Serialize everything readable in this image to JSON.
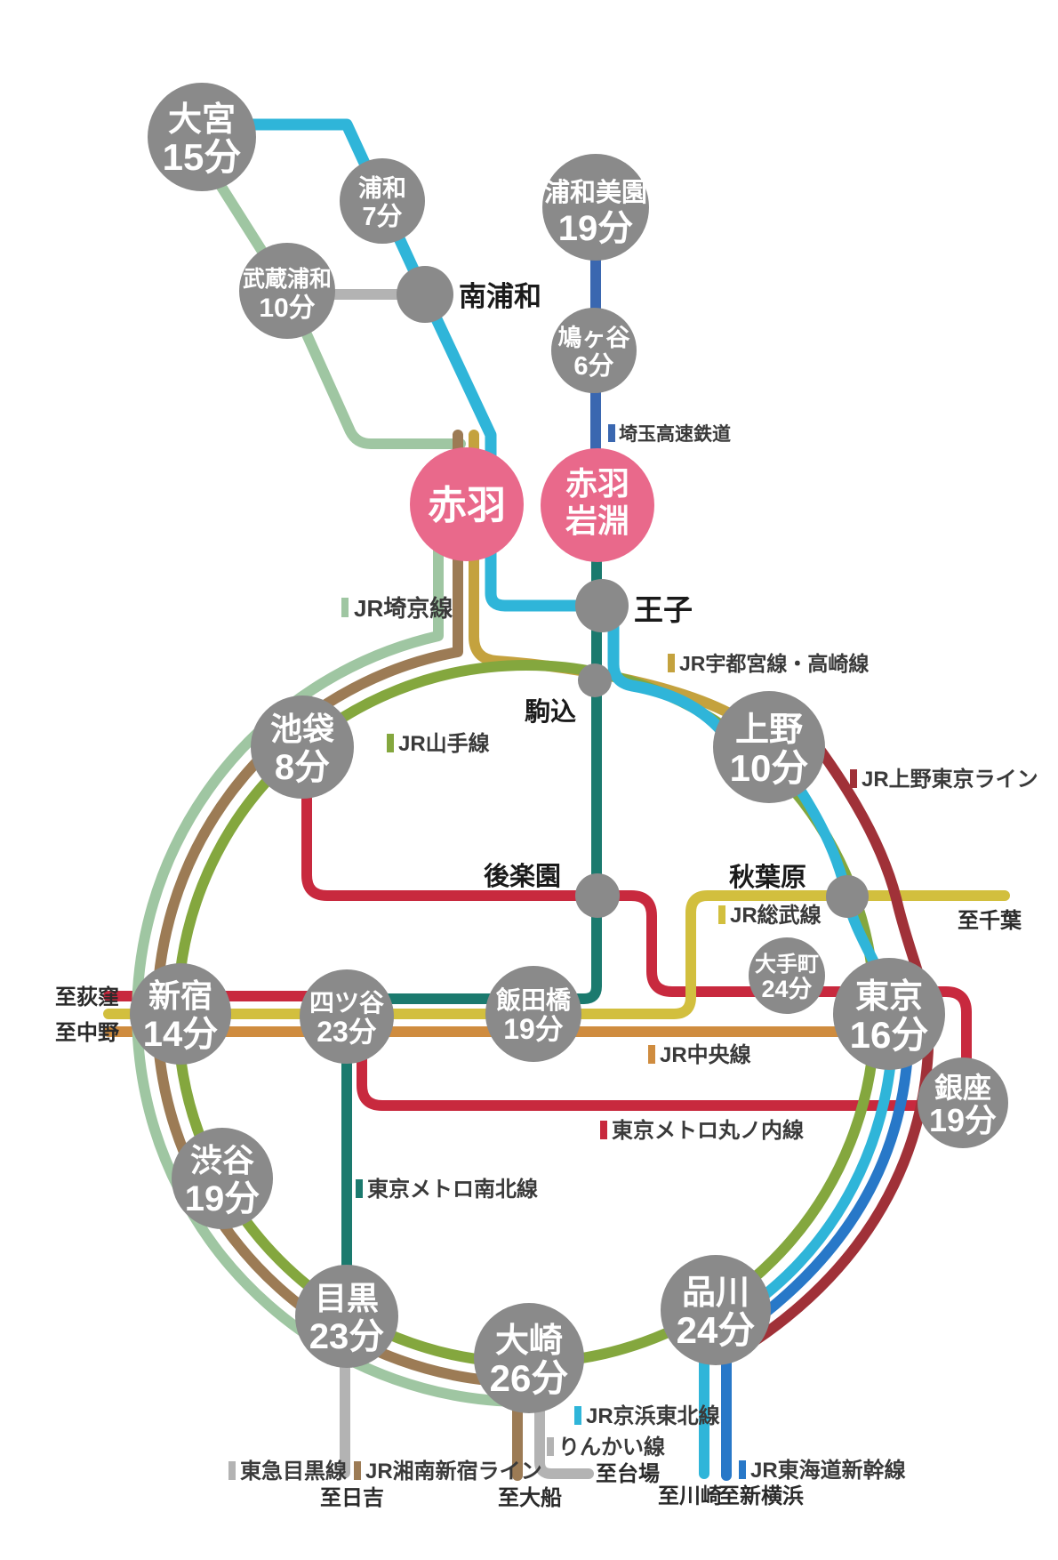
{
  "palette": {
    "background": "#ffffff",
    "station_gray": "#8a8a8a",
    "highlight_pink": "#e9698b",
    "label_black": "#1a1a1a"
  },
  "lines": {
    "keihin_tohoku": {
      "label": "JR京浜東北線",
      "color": "#2fb5d9"
    },
    "saikyo": {
      "label": "JR埼京線",
      "color": "#9fc6a2"
    },
    "shonan_shinjuku": {
      "label": "JR湘南新宿ライン",
      "color": "#9c7b55"
    },
    "utsunomiya_takasaki": {
      "label": "JR宇都宮線・高崎線",
      "color": "#c4a23e"
    },
    "yamanote": {
      "label": "JR山手線",
      "color": "#84a73e"
    },
    "namboku": {
      "label": "東京メトロ南北線",
      "color": "#1b7a6e"
    },
    "saitama_kosoku": {
      "label": "埼玉高速鉄道",
      "color": "#3a67b0"
    },
    "ueno_tokyo": {
      "label": "JR上野東京ライン",
      "color": "#a03138"
    },
    "marunouchi": {
      "label": "東京メトロ丸ノ内線",
      "color": "#c8293e"
    },
    "sobu": {
      "label": "JR総武線",
      "color": "#d2bf3e"
    },
    "chuo": {
      "label": "JR中央線",
      "color": "#cf8c3f"
    },
    "tokaido_shinkansen": {
      "label": "JR東海道新幹線",
      "color": "#2878c8"
    },
    "rinkai": {
      "label": "りんかい線",
      "color": "#b3b3b3"
    },
    "tokyu_meguro": {
      "label": "東急目黒線",
      "color": "#b3b3b3"
    },
    "musashino": {
      "label": "",
      "color": "#b3b3b3"
    }
  },
  "origin_stations": {
    "akabane": {
      "name": "赤羽"
    },
    "akabane_iwabuchi": {
      "line1": "赤羽",
      "line2": "岩淵"
    }
  },
  "stations": {
    "omiya": {
      "name": "大宮",
      "time": "15分"
    },
    "urawa": {
      "name": "浦和",
      "time": "7分"
    },
    "musashi_urawa": {
      "name": "武蔵浦和",
      "time": "10分"
    },
    "urawa_misono": {
      "name": "浦和美園",
      "time": "19分"
    },
    "hatogaya": {
      "name": "鳩ヶ谷",
      "time": "6分"
    },
    "ikebukuro": {
      "name": "池袋",
      "time": "8分"
    },
    "ueno": {
      "name": "上野",
      "time": "10分"
    },
    "shinjuku": {
      "name": "新宿",
      "time": "14分"
    },
    "yotsuya": {
      "name": "四ツ谷",
      "time": "23分"
    },
    "iidabashi": {
      "name": "飯田橋",
      "time": "19分"
    },
    "otemachi": {
      "name": "大手町",
      "time": "24分"
    },
    "tokyo": {
      "name": "東京",
      "time": "16分"
    },
    "ginza": {
      "name": "銀座",
      "time": "19分"
    },
    "shibuya": {
      "name": "渋谷",
      "time": "19分"
    },
    "meguro": {
      "name": "目黒",
      "time": "23分"
    },
    "osaki": {
      "name": "大崎",
      "time": "26分"
    },
    "shinagawa": {
      "name": "品川",
      "time": "24分"
    }
  },
  "junctions": {
    "minami_urawa": "南浦和",
    "oji": "王子",
    "komagome": "駒込",
    "korakuen": "後楽園",
    "akihabara": "秋葉原"
  },
  "destinations": {
    "chiba": "至千葉",
    "ogikubo": "至荻窪",
    "nakano": "至中野",
    "hiyoshi": "至日吉",
    "ofuna": "至大船",
    "odaiba": "至台場",
    "kawasaki": "至川崎",
    "shin_yokohama": "至新横浜"
  }
}
